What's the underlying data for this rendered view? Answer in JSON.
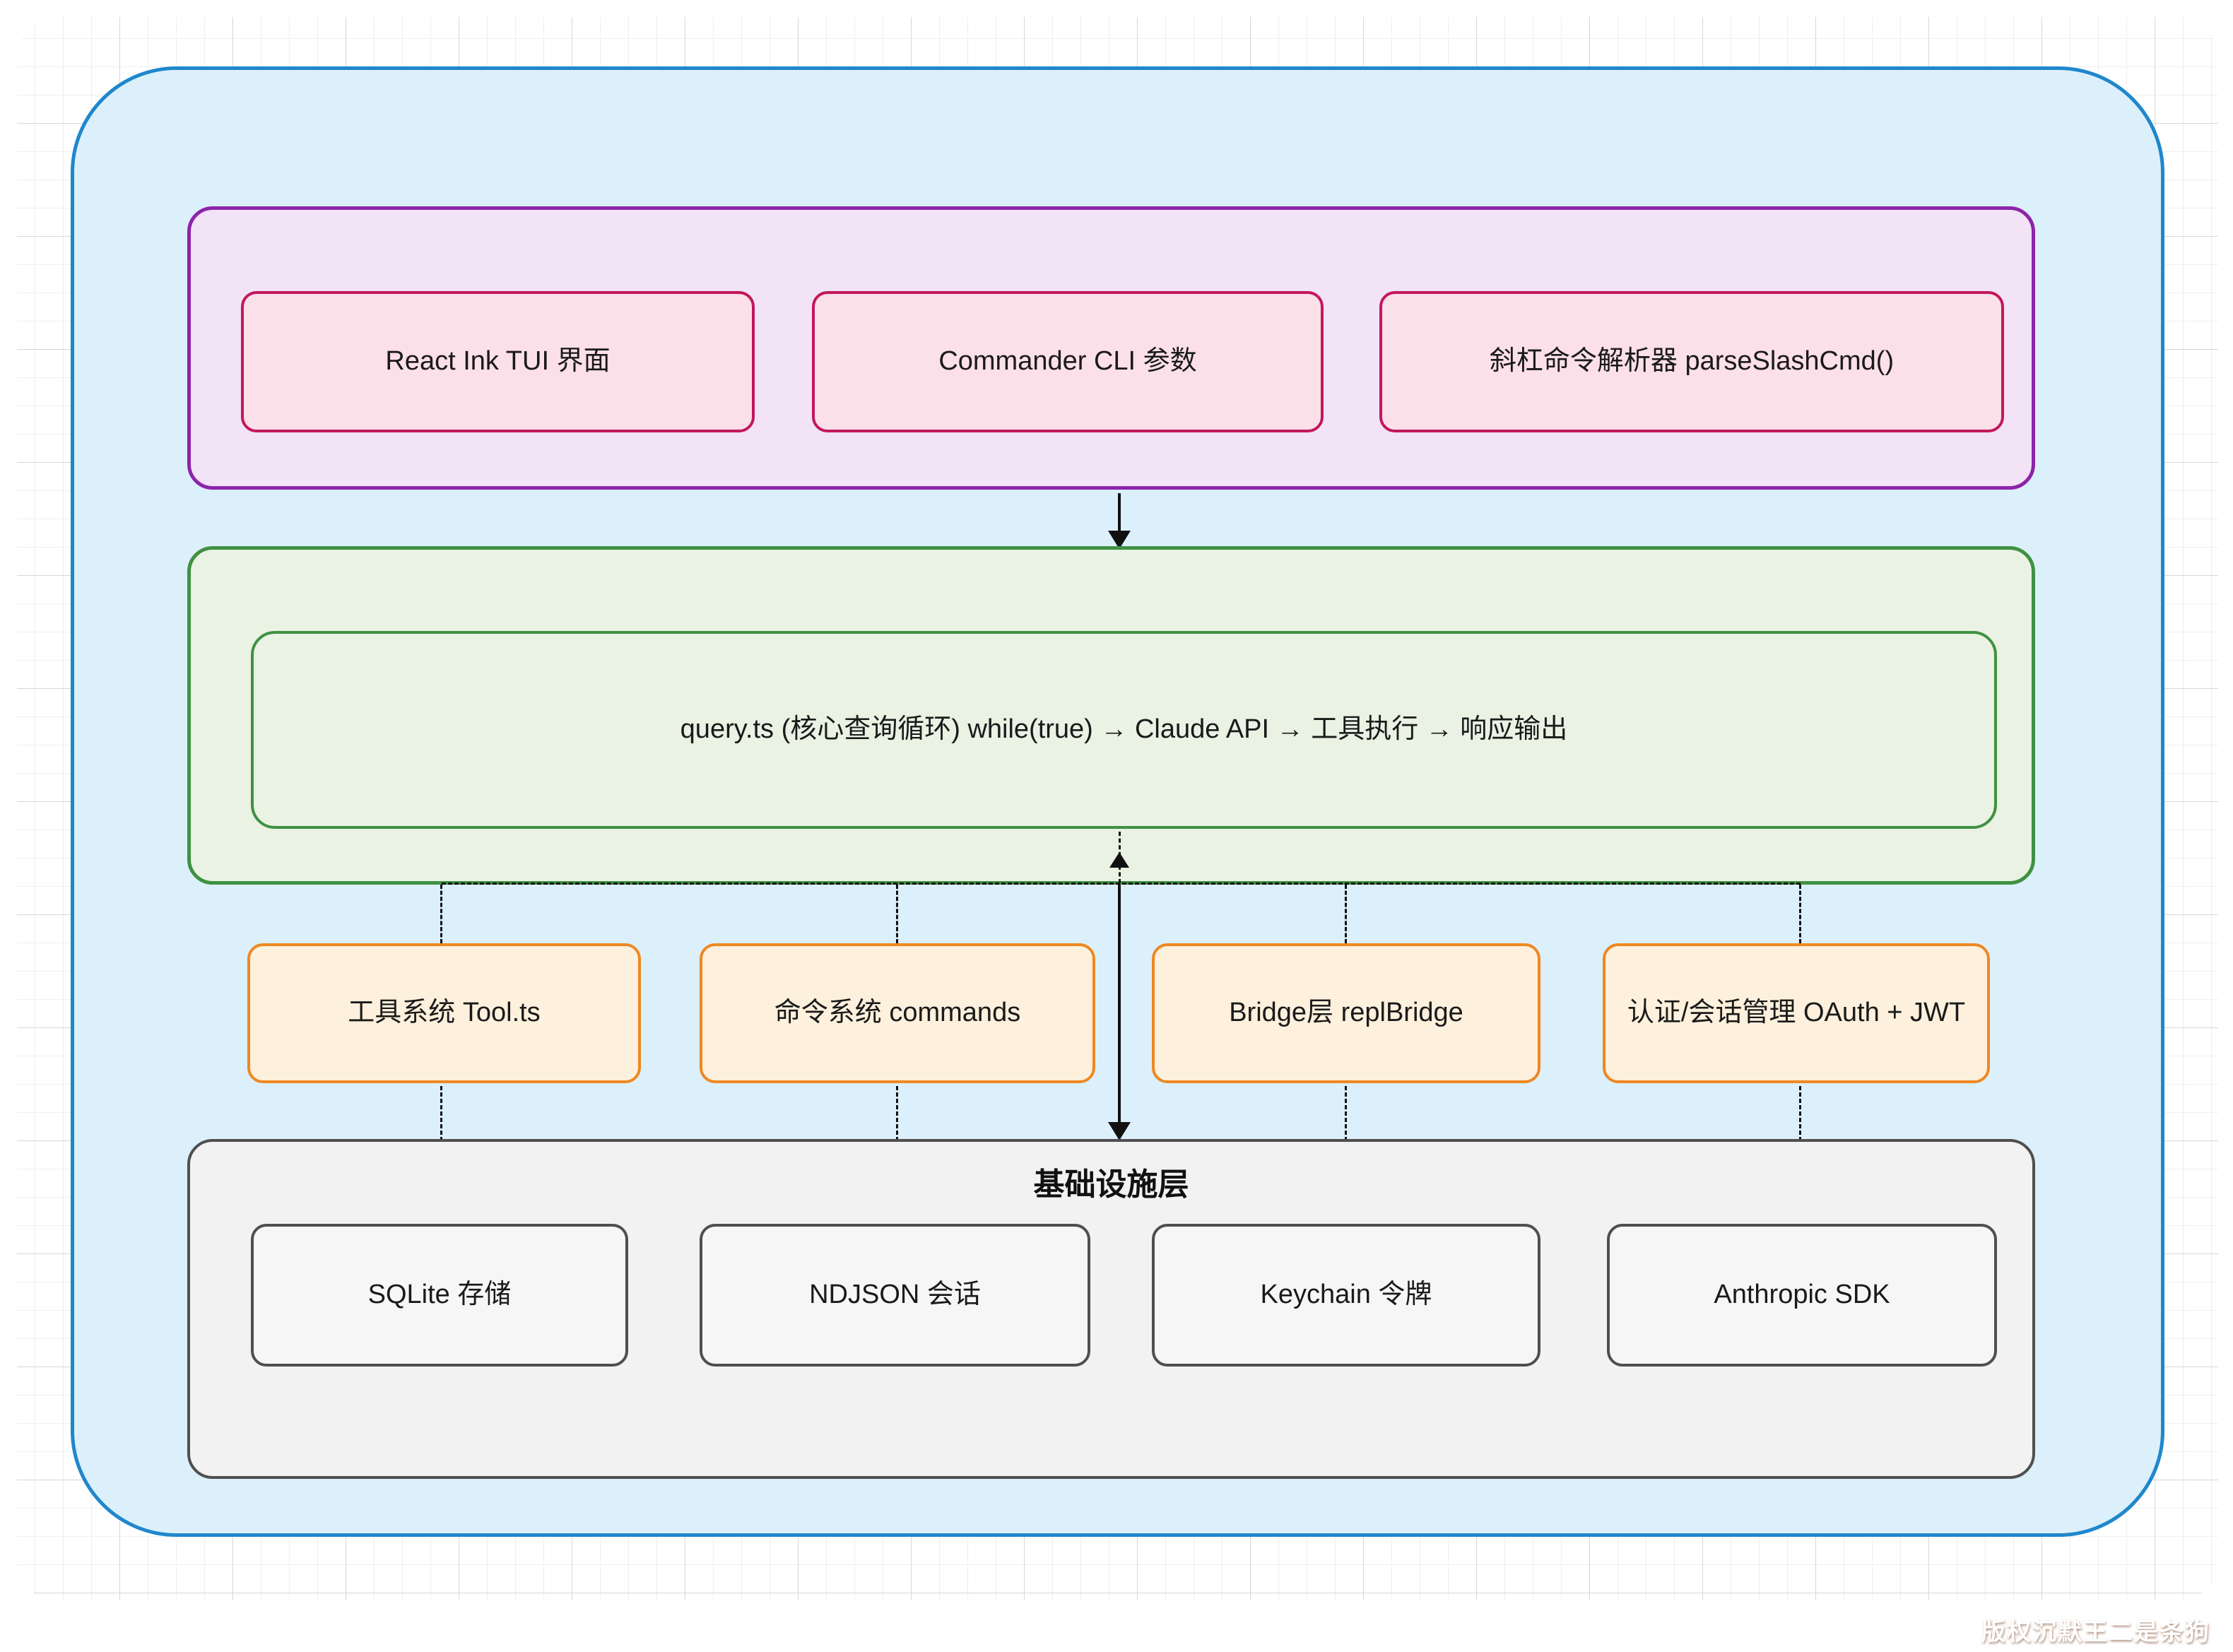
{
  "watermark": "版权沉默王二是条狗",
  "ui_layer": {
    "boxes": [
      "React Ink TUI 界面",
      "Commander CLI 参数",
      "斜杠命令解析器 parseSlashCmd()"
    ]
  },
  "core_loop": {
    "text": "query.ts (核心查询循环) while(true) → Claude API → 工具执行 → 响应输出"
  },
  "subsystems": [
    "工具系统 Tool.ts",
    "命令系统 commands",
    "Bridge层 replBridge",
    "认证/会话管理 OAuth + JWT"
  ],
  "infrastructure": {
    "title": "基础设施层",
    "boxes": [
      "SQLite 存储",
      "NDJSON 会话",
      "Keychain 令牌",
      "Anthropic SDK"
    ]
  },
  "colors": {
    "frame_top_left": "#27d6f1",
    "frame_top_right": "#8a63e8",
    "frame_bottom_left": "#f09ad9",
    "frame_bottom_right": "#f97a3c",
    "outer_border": "#1f87cc",
    "outer_fill": "#dcf0fb",
    "ui_section_border": "#8e24aa",
    "ui_section_fill": "#f2e3f7",
    "ui_node_border": "#c2185b",
    "ui_node_fill": "#fbdfe9",
    "core_border": "#3f9142",
    "core_fill": "#e9f2e3",
    "subsystem_border": "#ee8822",
    "subsystem_fill": "#fdf0dc",
    "infra_border": "#4f4f4f",
    "infra_fill": "#f2f2f2",
    "connector": "#111111"
  }
}
